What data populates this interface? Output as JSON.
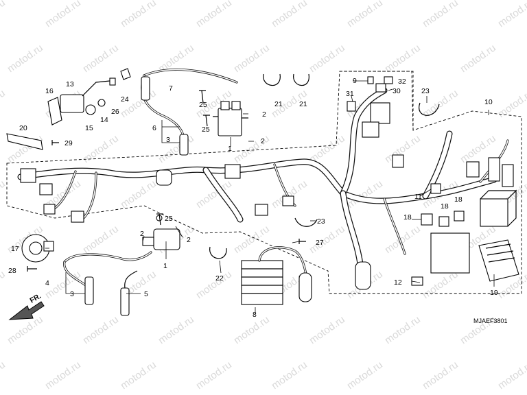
{
  "watermark": "motod.ru",
  "diagram_code": "MJAEF3801",
  "direction_label": "FR.",
  "callouts": {
    "c1a": "1",
    "c1b": "1",
    "c2a": "2",
    "c2b": "2",
    "c2c": "2",
    "c2d": "2",
    "c3a": "3",
    "c3b": "3",
    "c4": "4",
    "c5": "5",
    "c6": "6",
    "c7": "7",
    "c8": "8",
    "c9": "9",
    "c10": "10",
    "c11": "11",
    "c12": "12",
    "c13": "13",
    "c14": "14",
    "c15": "15",
    "c16": "16",
    "c17": "17",
    "c18a": "18",
    "c18b": "18",
    "c18c": "18",
    "c19": "19",
    "c20": "20",
    "c21a": "21",
    "c21b": "21",
    "c22": "22",
    "c23a": "23",
    "c23b": "23",
    "c24": "24",
    "c25a": "25",
    "c25b": "25",
    "c25c": "25",
    "c26": "26",
    "c27": "27",
    "c28": "28",
    "c29": "29",
    "c30": "30",
    "c31": "31",
    "c32": "32"
  }
}
